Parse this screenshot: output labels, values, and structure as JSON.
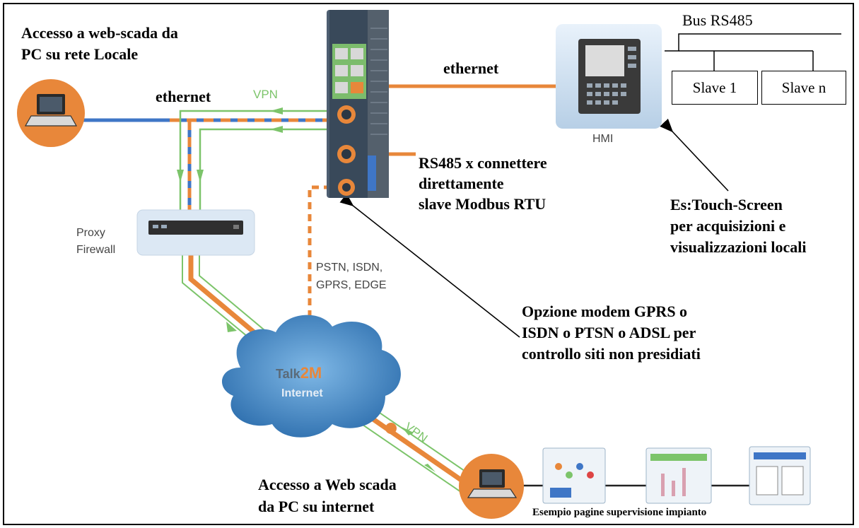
{
  "labels": {
    "local_access": "Accesso a web-scada da\nPC su rete Locale",
    "ethernet_left": "ethernet",
    "ethernet_right": "ethernet",
    "vpn_top": "VPN",
    "vpn_bottom": "VPN",
    "bus": "Bus RS485",
    "slave1": "Slave  1",
    "slaven": "Slave  n",
    "hmi": "HMI",
    "rs485": "RS485 x connettere\ndirettamente\nslave Modbus RTU",
    "touch": "Es:Touch-Screen\nper acquisizioni e\nvisualizzazioni locali",
    "proxy": "Proxy\nFirewall",
    "pstn": "PSTN, ISDN,\nGPRS, EDGE",
    "modem": "Opzione modem GPRS o\nISDN o PTSN o ADSL per\ncontrollo siti non presidiati",
    "cloud_brand_a": "Talk",
    "cloud_brand_b": "2M",
    "cloud_internet": "Internet",
    "internet_access": "Accesso a Web scada\nda PC su internet",
    "pages_caption": "Esempio pagine supervisione impianto"
  },
  "colors": {
    "orange": "#e8873a",
    "blue": "#3f76c6",
    "green": "#7cc46a",
    "cloud": "#4a90c8",
    "device": "#3c4a5a"
  }
}
